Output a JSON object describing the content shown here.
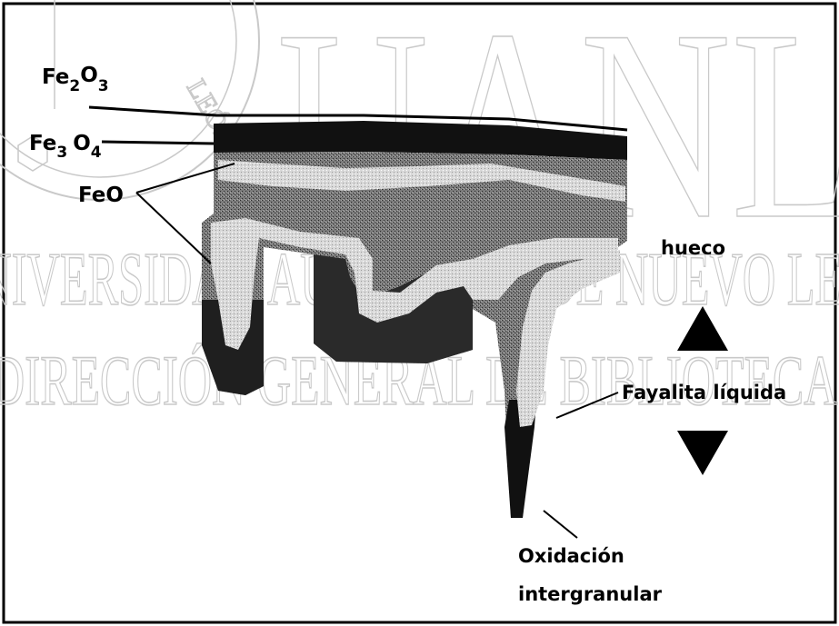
{
  "watermark": {
    "big": "UANL",
    "line1": "UNIVERSIDAD AUTÓNOMA DE NUEVO LEÓN",
    "line2": "DIRECCIÓN GENERAL DE BIBLIOTECAS",
    "seal_text": "LEÓN"
  },
  "labels": {
    "fe2o3_main": "Fe",
    "fe2o3_sub1": "2",
    "fe2o3_mid": "O",
    "fe2o3_sub2": "3",
    "fe3o4_main": "Fe",
    "fe3o4_sub1": "3",
    "fe3o4_mid": "O",
    "fe3o4_sub2": "4",
    "feo": "FeO",
    "hueco": "hueco",
    "fayalita": "Fayalita líquida",
    "oxidacion_1": "Oxidación",
    "oxidacion_2": "intergranular"
  },
  "colors": {
    "oxide_dark": "#111111",
    "oxide_gray": "#6f6f6f",
    "fayalite_light": "#d4d4d4",
    "watermark": "#c9c9c9"
  }
}
